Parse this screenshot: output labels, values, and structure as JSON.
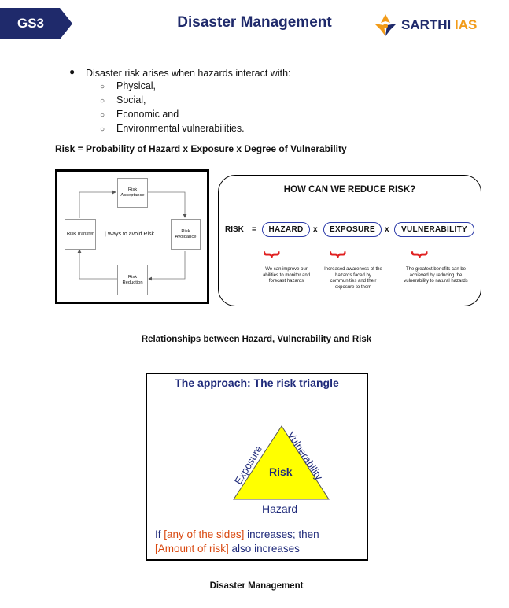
{
  "header": {
    "tag": "GS3",
    "title": "Disaster Management",
    "logo_main": "SARTHI",
    "logo_accent": "IAS"
  },
  "bullets": {
    "main": "Disaster risk arises when hazards interact with:",
    "sub": [
      "Physical,",
      "Social,",
      "Economic and",
      "Environmental vulnerabilities."
    ]
  },
  "formula": "Risk = Probability of Hazard x Exposure x Degree of Vulnerability",
  "cycle": {
    "top": "Risk Acceptance",
    "right": "Risk Avoidance",
    "bottom": "Risk Reduction",
    "left": "Risk Transfer",
    "center": "Ways to avoid Risk"
  },
  "reduce": {
    "title": "HOW CAN WE REDUCE RISK?",
    "risk_label": "RISK",
    "equals": "=",
    "times": "x",
    "terms": [
      "HAZARD",
      "EXPOSURE",
      "VULNERABILITY"
    ],
    "descriptions": [
      "We can improve our abilities to monitor and forecast hazards",
      "Increased awareness of the hazards faced by communities and their exposure to them",
      "The greatest benefits can be achieved by reducing the vulnerability to natural hazards"
    ]
  },
  "caption1": "Relationships between Hazard, Vulnerability and Risk",
  "triangle": {
    "title": "The approach: The risk triangle",
    "left_side": "Exposure",
    "right_side": "Vulnerability",
    "center": "Risk",
    "base": "Hazard",
    "line1_pre": "If ",
    "line1_red": "[any of the sides]",
    "line1_post": " increases; then",
    "line2_red": "[Amount of risk]",
    "line2_post": " also increases",
    "fill_color": "#ffff00",
    "text_color": "#1f2a7a"
  },
  "caption2": "Disaster Management"
}
